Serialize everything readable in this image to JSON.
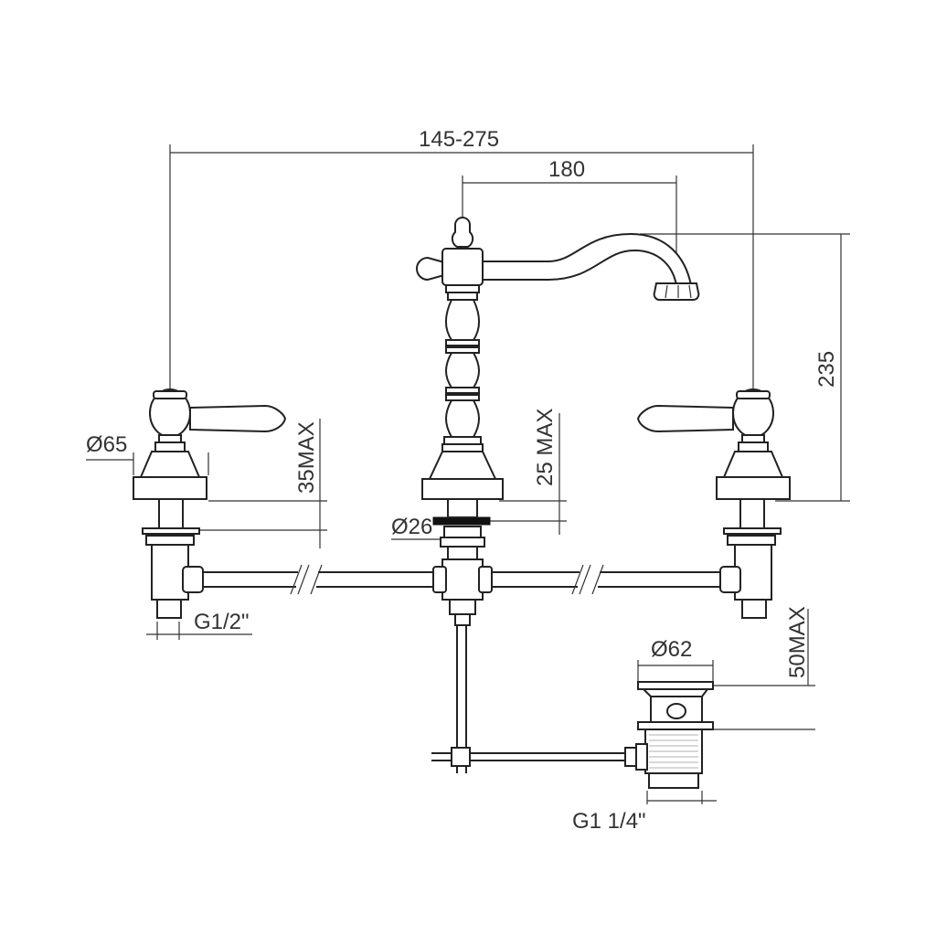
{
  "diagram": {
    "labels": {
      "overall_width": "145-275",
      "spout_reach": "180",
      "height": "235",
      "handle_diameter": "Ø65",
      "thickness_left": "35MAX",
      "thickness_center": "25 MAX",
      "spout_base_diameter": "Ø26",
      "thread_tap": "G1/2\"",
      "waste_diameter": "Ø62",
      "waste_thickness": "50MAX",
      "waste_thread": "G1 1/4\""
    }
  }
}
